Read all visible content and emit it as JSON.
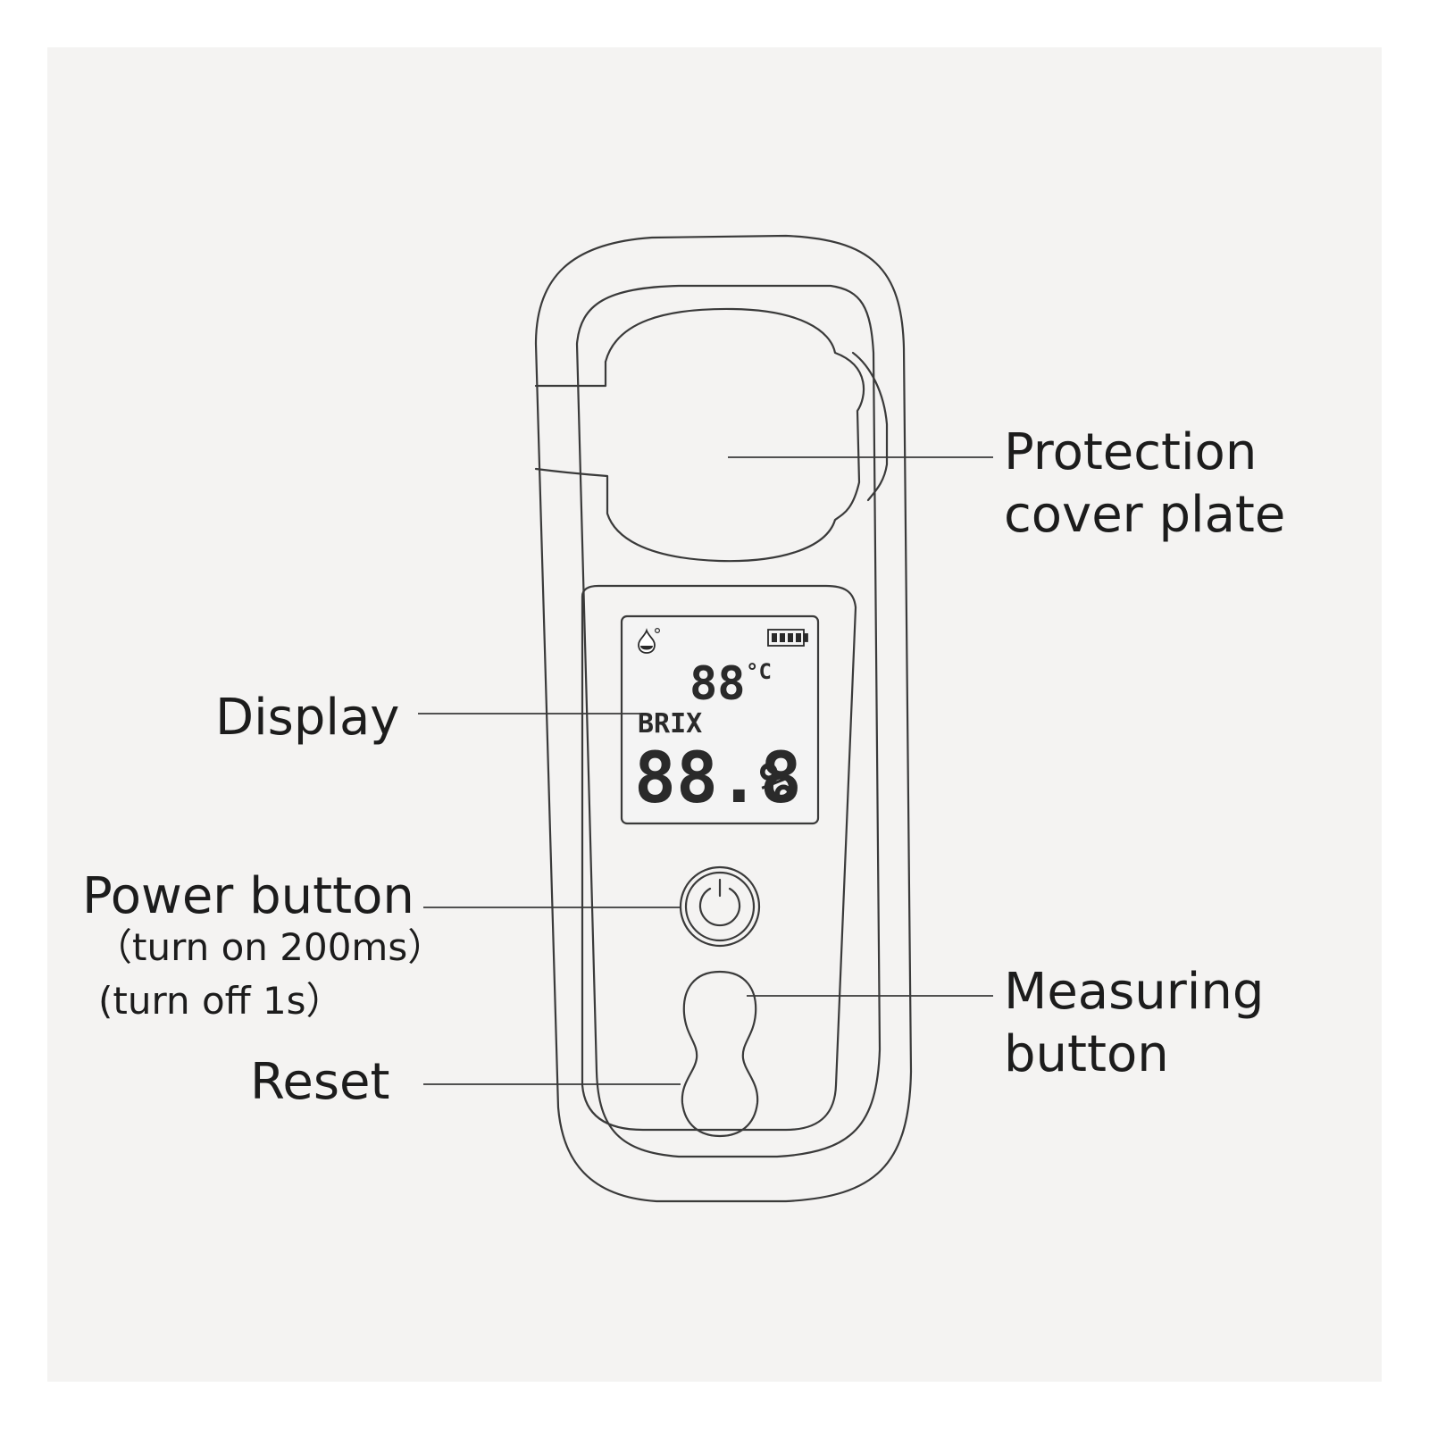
{
  "labels": {
    "protection_line1": "Protection",
    "protection_line2": "cover plate",
    "display": "Display",
    "power": "Power button",
    "power_on": "（turn on 200ms）",
    "power_off": "(turn off  1s）",
    "reset": "Reset",
    "measuring_line1": "Measuring",
    "measuring_line2": "button"
  },
  "lcd": {
    "temperature": "88",
    "temp_unit": "°C",
    "mode": "BRIX",
    "reading": "88.8",
    "reading_unit": "%"
  },
  "icons": {
    "drop": "water-drop-icon",
    "battery": "battery-icon",
    "power": "power-icon"
  },
  "colors": {
    "panel": "#f4f3f2",
    "line": "#3a3a3a",
    "screen": "#f4f4f4"
  }
}
